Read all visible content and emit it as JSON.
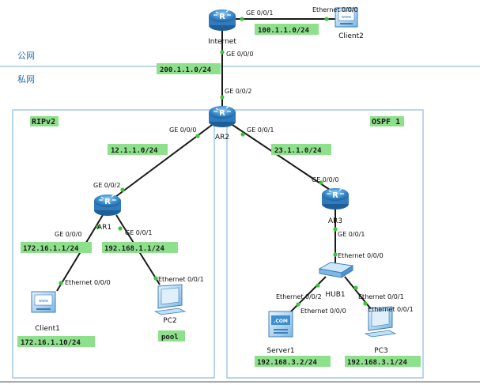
{
  "areas": {
    "public": "公网",
    "private": "私网"
  },
  "zones": {
    "rip": "RIPv2",
    "ospf": "OSPF 1"
  },
  "devices": {
    "internet": "Internet",
    "client2": "Client2",
    "ar2": "AR2",
    "ar1": "AR1",
    "ar3": "AR3",
    "client1": "Client1",
    "pc2": "PC2",
    "hub1": "HUB1",
    "server1": "Server1",
    "pc3": "PC3"
  },
  "ports": {
    "internet_to_client2": "GE 0/0/1",
    "client2_eth": "Ethernet 0/0/0",
    "internet_to_ar2": "GE 0/0/0",
    "ar2_to_internet": "GE 0/0/2",
    "ar2_to_ar1": "GE 0/0/0",
    "ar2_to_ar3": "GE 0/0/1",
    "ar1_to_ar2": "GE 0/0/2",
    "ar1_to_client1": "GE 0/0/0",
    "ar1_to_pc2": "GE 0/0/1",
    "client1_eth": "Ethernet 0/0/0",
    "pc2_eth": "Ethernet 0/0/1",
    "ar3_to_ar2": "GE 0/0/0",
    "ar3_to_hub": "GE 0/0/1",
    "hub_to_ar3": "Ethernet 0/0/0",
    "hub_to_server": "Ethernet 0/0/2",
    "server_eth": "Ethernet 0/0/0",
    "hub_to_pc3": "Ethernet 0/0/1",
    "pc3_eth": "Ethernet 0/0/1"
  },
  "networks": {
    "internet_client2": "100.1.1.0/24",
    "internet_ar2": "200.1.1.0/24",
    "ar2_ar1": "12.1.1.0/24",
    "ar2_ar3": "23.1.1.0/24",
    "ar1_client1": "172.16.1.1/24",
    "ar1_pc2": "192.168.1.1/24",
    "client1_ip": "172.16.1.10/24",
    "pc2_pool": "pool",
    "server1_ip": "192.168.3.2/24",
    "pc3_ip": "192.168.3.1/24"
  },
  "icons": {
    "router": "router-icon",
    "client": "client-icon",
    "pc": "pc-icon",
    "hub": "hub-icon",
    "server": "server-icon"
  },
  "colors": {
    "label_bg": "#8fe08c",
    "port_dot": "#3ec43a",
    "router_body": "#3c8fd0",
    "area_line": "#7aaed6",
    "zone_box": "#8cbbe0"
  }
}
